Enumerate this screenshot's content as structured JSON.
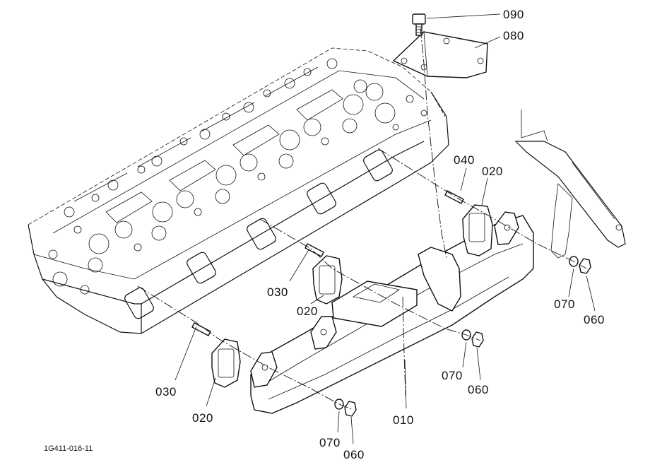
{
  "callouts": [
    {
      "id": "090",
      "text": "090"
    },
    {
      "id": "080",
      "text": "080"
    },
    {
      "id": "040",
      "text": "040"
    },
    {
      "id": "020_a",
      "text": "020"
    },
    {
      "id": "030_a",
      "text": "030"
    },
    {
      "id": "020_b",
      "text": "020"
    },
    {
      "id": "030_b",
      "text": "030"
    },
    {
      "id": "020_c",
      "text": "020"
    },
    {
      "id": "070_a",
      "text": "070"
    },
    {
      "id": "060_a",
      "text": "060"
    },
    {
      "id": "070_b",
      "text": "070"
    },
    {
      "id": "060_b",
      "text": "060"
    },
    {
      "id": "010",
      "text": "010"
    },
    {
      "id": "070_c",
      "text": "070"
    },
    {
      "id": "060_c",
      "text": "060"
    }
  ],
  "drawing_code": "1G411-016-11"
}
